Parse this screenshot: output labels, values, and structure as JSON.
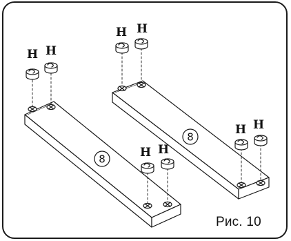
{
  "caption": "Рис. 10",
  "part_label": "H",
  "board_label": "8",
  "colors": {
    "line": "#1a1a1a",
    "background": "#ffffff"
  }
}
